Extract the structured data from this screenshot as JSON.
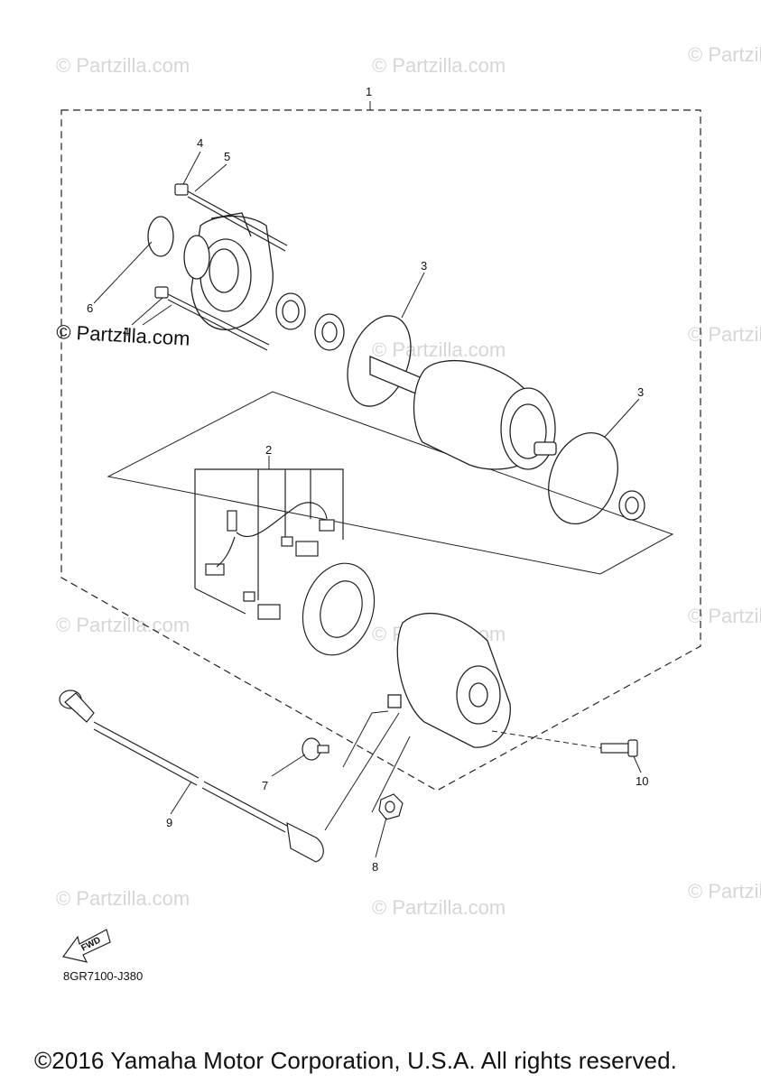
{
  "watermark": {
    "text": "© Partzilla.com",
    "prominent_text": "© Partzilla.com"
  },
  "callouts": [
    "1",
    "2",
    "3",
    "3",
    "4",
    "4",
    "5",
    "6",
    "7",
    "8",
    "9",
    "10"
  ],
  "fwd_label": "FWD",
  "drawing_code": "8GR7100-J380",
  "copyright": "©2016 Yamaha Motor Corporation, U.S.A. All rights reserved."
}
